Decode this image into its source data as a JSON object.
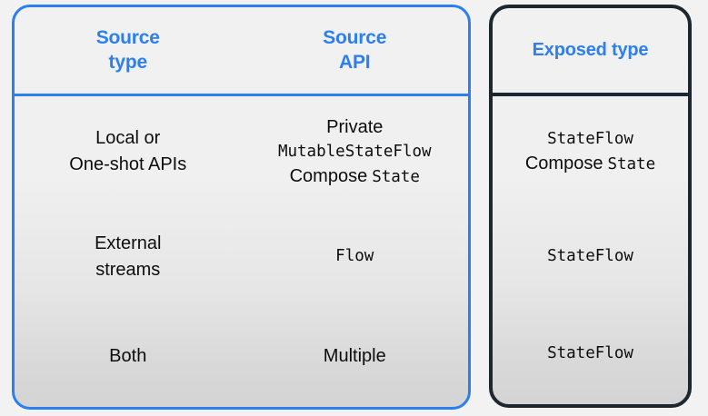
{
  "colors": {
    "accent_blue": "#2d7ff0",
    "dark_border": "#1e2730",
    "text": "#0d0d0d",
    "panel_bg_top": "#f1f1f1",
    "panel_bg_bottom": "#d4d4d4",
    "page_bg": "#f2f2f2"
  },
  "left_panel": {
    "headers": [
      {
        "line1": "Source",
        "line2": "type"
      },
      {
        "line1": "Source",
        "line2": "API"
      }
    ],
    "rows": [
      {
        "source_type": {
          "line1": "Local or",
          "line2": "One-shot APIs"
        },
        "source_api": {
          "line1": "Private",
          "line2": "MutableStateFlow",
          "line3_sans": "Compose",
          "line3_mono": "State"
        }
      },
      {
        "source_type": {
          "line1": "External",
          "line2": "streams"
        },
        "source_api": {
          "line1": "Flow"
        }
      },
      {
        "source_type": {
          "line1": "Both"
        },
        "source_api": {
          "line1": "Multiple"
        }
      }
    ]
  },
  "right_panel": {
    "header": "Exposed type",
    "rows": [
      {
        "line1": "StateFlow",
        "line2_sans": "Compose",
        "line2_mono": "State"
      },
      {
        "line1": "StateFlow"
      },
      {
        "line1": "StateFlow"
      }
    ]
  }
}
